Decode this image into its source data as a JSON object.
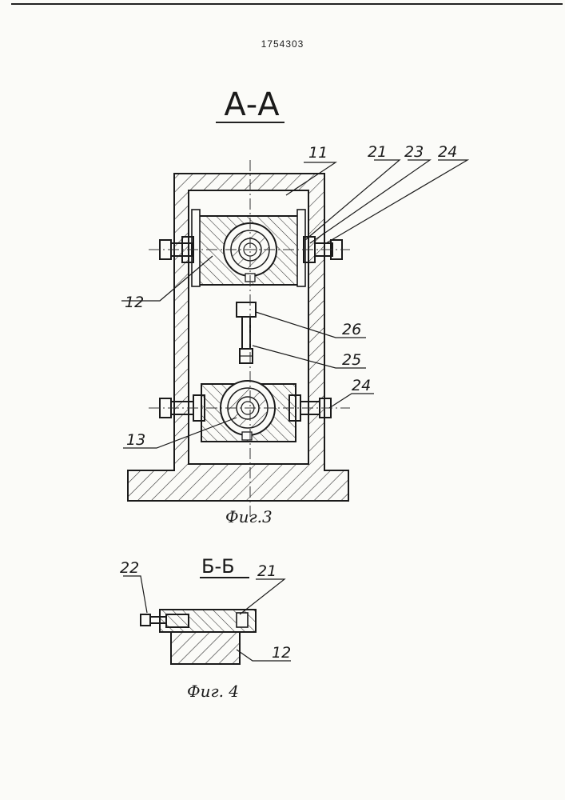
{
  "header": {
    "patent_number": "1754303"
  },
  "figure3": {
    "section_label": "А-А",
    "caption": "Фиг.3",
    "callouts": {
      "c11": "11",
      "c21": "21",
      "c23": "23",
      "c24a": "24",
      "c12": "12",
      "c26": "26",
      "c25": "25",
      "c24b": "24",
      "c13": "13"
    }
  },
  "figure4": {
    "section_label": "Б-Б",
    "caption": "Фиг. 4",
    "callouts": {
      "c22": "22",
      "c21": "21",
      "c12": "12"
    }
  }
}
